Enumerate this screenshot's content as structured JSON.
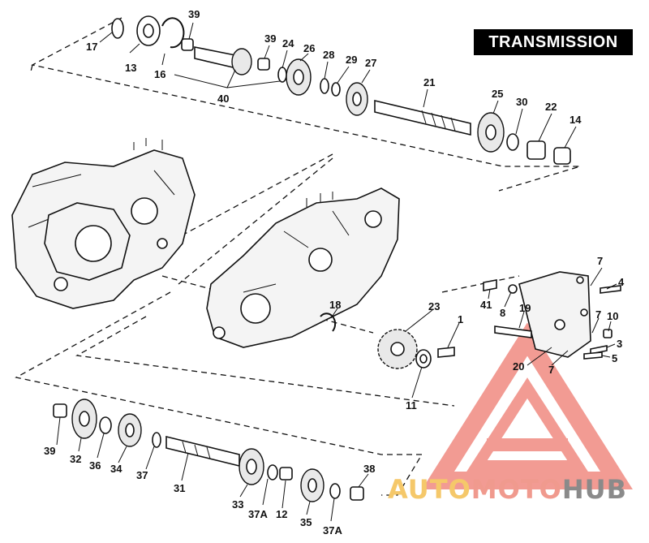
{
  "title": "TRANSMISSION",
  "watermark": {
    "part1": "AUTO",
    "part2": "MOTO",
    "part3": "HUB",
    "color_primary": "#e84a3c",
    "color_secondary": "#f5c86a",
    "color_text": "#8a8a8a"
  },
  "labels": {
    "l39a": "39",
    "l17": "17",
    "l13": "13",
    "l16": "16",
    "l40": "40",
    "l39b": "39",
    "l24": "24",
    "l26": "26",
    "l28": "28",
    "l29": "29",
    "l27": "27",
    "l21": "21",
    "l25": "25",
    "l30": "30",
    "l22": "22",
    "l14": "14",
    "l7a": "7",
    "l4": "4",
    "l41": "41",
    "l8": "8",
    "l19": "19",
    "l7b": "7",
    "l10": "10",
    "l3": "3",
    "l20": "20",
    "l7c": "7",
    "l5": "5",
    "l18": "18",
    "l23": "23",
    "l1": "1",
    "l11": "11",
    "l39c": "39",
    "l32": "32",
    "l36": "36",
    "l34": "34",
    "l37": "37",
    "l31": "31",
    "l33": "33",
    "l37a1": "37A",
    "l12": "12",
    "l35": "35",
    "l37a2": "37A",
    "l38": "38"
  }
}
